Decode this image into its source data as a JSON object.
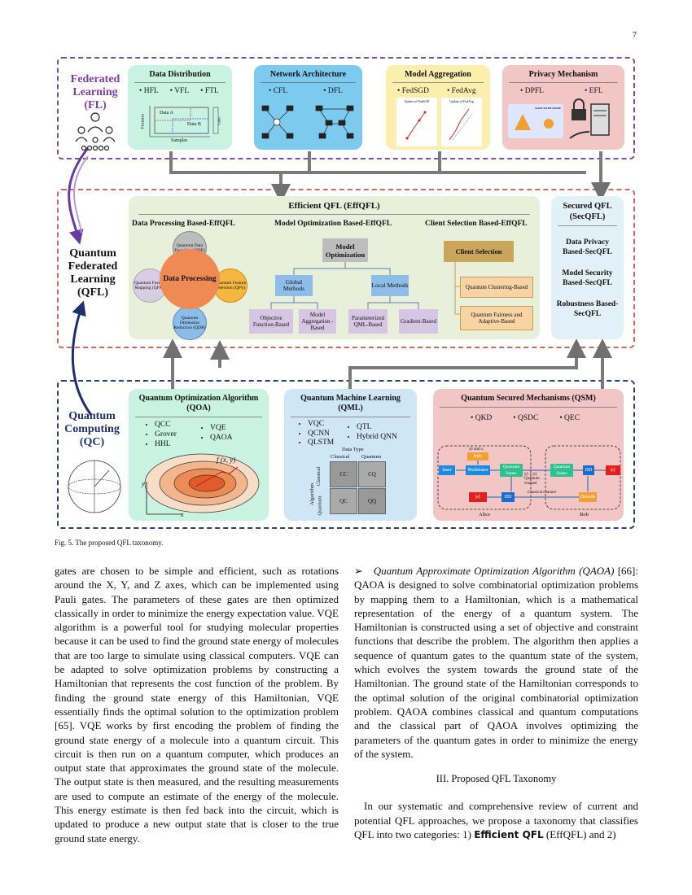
{
  "page_number": "7",
  "fl": {
    "label": [
      "Federated",
      "Learning",
      "(FL)"
    ]
  },
  "qfl": {
    "label": [
      "Quantum",
      "Federated",
      "Learning",
      "(QFL)"
    ]
  },
  "qc": {
    "label": [
      "Quantum",
      "Computing",
      "(QC)"
    ]
  },
  "fl_cards": [
    {
      "title": "Data Distribution",
      "items": [
        "HFL",
        "VFL",
        "FTL"
      ],
      "figure": {
        "data_a": "Data A",
        "data_b": "Data B",
        "features": "Features",
        "samples": "Samples",
        "label": "Label"
      }
    },
    {
      "title": "Network Architecture",
      "items": [
        "CFL",
        "DFL"
      ]
    },
    {
      "title": "Model Aggregation",
      "items": [
        "FedSGD",
        "FedAvg"
      ],
      "figure": {
        "left": "Update of FedSGD",
        "right": "Update of FedAvg"
      }
    },
    {
      "title": "Privacy Mechanism",
      "items": [
        "DPFL",
        "EFL"
      ],
      "figure": {
        "caption": "DATA WITH NOISE"
      }
    }
  ],
  "effqfl": {
    "title": "Efficient QFL (EffQFL)",
    "data_processing": {
      "heading": "Data Processing Based-EffQFL",
      "center": "Data Processing",
      "top": "Quantum Data Encoding (QDE)",
      "left": "Quantum Feature Mapping (QFM)",
      "right": "Quantum Feature Selection (QFS)",
      "bottom": "Quantum Dimension Reduction (QDR)"
    },
    "model_optimization": {
      "heading": "Model Optimization Based-EffQFL",
      "root": "Model Optimization",
      "global": "Global Methods",
      "local": "Local Methods",
      "leaves": [
        "Objective Function-Based",
        "Model Aggregation -Based",
        "Parameterized QML-Based",
        "Gradient-Based"
      ]
    },
    "client_selection": {
      "heading": "Client Selection Based-EffQFL",
      "root": "Client Selection",
      "leaves": [
        "Quantum Clustering-Based",
        "Quantum Fairness and Adaptive-Based"
      ]
    }
  },
  "secqfl": {
    "title": "Secured QFL (SecQFL)",
    "items": [
      "Data Privacy Based-SecQFL",
      "Model Security Based-SecQFL",
      "Robustness Based-SecQFL"
    ]
  },
  "qoa": {
    "title": "Quantum Optimization Algorithm (QOA)",
    "items_left": [
      "QCC",
      "Grover",
      "HHL"
    ],
    "items_right": [
      "VQE",
      "QAOA"
    ],
    "fx": "f (x, y)",
    "x": "x",
    "y": "y"
  },
  "qml": {
    "title": "Quantum Machine Learning (QML)",
    "items_left": [
      "VQC",
      "QCNN",
      "QLSTM"
    ],
    "items_right": [
      "QTL",
      "Hybrid QNN"
    ],
    "table": {
      "header": "Data Type",
      "cols": [
        "Classical",
        "Quantum"
      ],
      "side": "Algorithm",
      "rows": [
        "Classical",
        "Quantum"
      ],
      "cells": [
        "CC",
        "CQ",
        "QC",
        "QQ"
      ]
    }
  },
  "qsm": {
    "title": "Quantum Secured Mechanisms (QSM)",
    "items": [
      "QKD",
      "QSDC",
      "QEC"
    ],
    "diagram": {
      "alice": "Alice",
      "bob": "Bob",
      "laser": "laser",
      "info": "Info",
      "modulator": "Modulator",
      "qstates": "Quantum States",
      "qstates_b": "Quantum States",
      "hd": "HD",
      "hd2": "HD",
      "decode": "Decode",
      "qchannel": "Quantum channel",
      "cchannel": "Classical channel",
      "a_lbl": "|s⟩",
      "b_lbl": "|s⟩",
      "c_lbl": "|s⟩ + |z⟩",
      "d_lbl": "|s⟩ and sᵢ"
    }
  },
  "caption": "Fig. 5. The proposed QFL taxonomy.",
  "left_column": [
    "gates are chosen to be simple and efficient, such as rotations around the X, Y, and Z axes, which can be implemented using Pauli gates. The parameters of these gates are then optimized classically in order to minimize the energy expectation value. VQE algorithm is a powerful tool for studying molecular properties because it can be used to find the ground state energy of molecules that are too large to simulate using classical computers. VQE can be adapted to solve optimization problems by constructing a Hamiltonian that represents the cost function of the problem. By finding the ground state energy of this Hamiltonian, VQE essentially finds the optimal solution to the optimization problem [65]. VQE works by first encoding the problem of finding the ground state energy of a molecule into a quantum circuit. This circuit is then run on a quantum computer, which produces an output state that approximates the ground state of the molecule. The output state is then measured, and the resulting measurements are used to compute an estimate of the energy of the molecule. This energy estimate is then fed back into the circuit, which is updated to produce a new output state that is closer to the true ground state energy."
  ],
  "right_column": {
    "qaoa_title": "Quantum Approximate Optimization Algorithm (QAOA)",
    "qaoa_body": "[66]: QAOA is designed to solve combinatorial optimization problems by mapping them to a Hamiltonian, which is a mathematical representation of the energy of a quantum system. The Hamiltonian is constructed using a set of objective and constraint functions that describe the problem. The algorithm then applies a sequence of quantum gates to the quantum state of the system, which evolves the system towards the ground state of the Hamiltonian. The ground state of the Hamiltonian corresponds to the optimal solution of the original combinatorial optimization problem. QAOA combines classical and quantum computations and the classical part of QAOA involves optimizing the parameters of the quantum gates in order to minimize the energy of the system.",
    "section": "III. Proposed QFL Taxonomy",
    "intro_a": "In our systematic and comprehensive review of current and potential QFL approaches, we propose a taxonomy that classifies QFL into two categories: 1) ",
    "intro_b": "Efficient QFL",
    "intro_c": " (EffQFL) and 2)"
  }
}
